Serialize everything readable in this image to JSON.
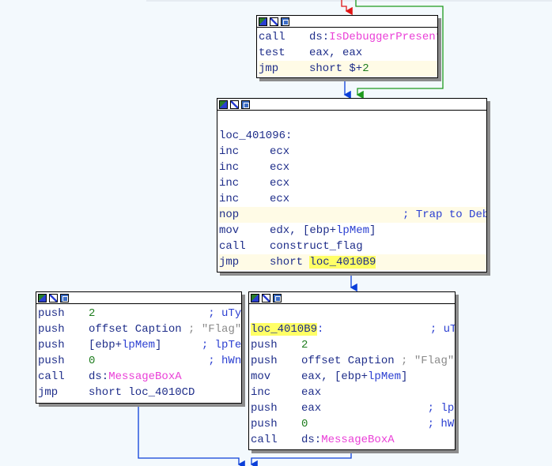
{
  "colors": {
    "background": "#f3f9fd",
    "edge_false": "#0b3fd9",
    "edge_true": "#1e9a1e",
    "edge_red": "#e01515",
    "api_name": "#ea3fd7",
    "number": "#1e7d1e",
    "label_highlight": "#ffff66"
  },
  "icons": [
    "color-icon",
    "edit-icon",
    "graph-icon"
  ],
  "blocks": [
    {
      "id": "block1",
      "lines": [
        {
          "mn": "call",
          "ops": [
            {
              "t": "ds:",
              "c": "ops"
            },
            {
              "t": "IsDebuggerPresent",
              "c": "api"
            }
          ]
        },
        {
          "mn": "test",
          "ops": [
            {
              "t": "eax, eax",
              "c": "ops"
            }
          ]
        },
        {
          "mn": "jmp",
          "hl": true,
          "ops": [
            {
              "t": "short $+",
              "c": "ops"
            },
            {
              "t": "2",
              "c": "num"
            }
          ]
        }
      ]
    },
    {
      "id": "block2",
      "lines": [
        {
          "blank": true
        },
        {
          "label": "loc_401096:"
        },
        {
          "mn": "inc",
          "ops": [
            {
              "t": "ecx",
              "c": "ops"
            }
          ]
        },
        {
          "mn": "inc",
          "ops": [
            {
              "t": "ecx",
              "c": "ops"
            }
          ]
        },
        {
          "mn": "inc",
          "ops": [
            {
              "t": "ecx",
              "c": "ops"
            }
          ]
        },
        {
          "mn": "inc",
          "ops": [
            {
              "t": "ecx",
              "c": "ops"
            }
          ]
        },
        {
          "mn": "nop",
          "hl": true,
          "ops": [
            {
              "t": "                    ; Trap to Debugger",
              "c": "cmt"
            }
          ]
        },
        {
          "mn": "mov",
          "ops": [
            {
              "t": "edx, [ebp+",
              "c": "ops"
            },
            {
              "t": "lpMem",
              "c": "sym"
            },
            {
              "t": "]",
              "c": "ops"
            }
          ]
        },
        {
          "mn": "call",
          "ops": [
            {
              "t": "construct_flag",
              "c": "ops"
            }
          ]
        },
        {
          "mn": "jmp",
          "hl": true,
          "ops": [
            {
              "t": "short ",
              "c": "ops"
            },
            {
              "t": "loc_4010B9",
              "c": "lblhl"
            }
          ]
        }
      ]
    },
    {
      "id": "block3",
      "lines": [
        {
          "mn": "push",
          "ops": [
            {
              "t": "2",
              "c": "num"
            },
            {
              "t": "                 ; uType",
              "c": "cmt"
            }
          ]
        },
        {
          "mn": "push",
          "ops": [
            {
              "t": "offset Caption ",
              "c": "ops"
            },
            {
              "t": "; \"Flag\"",
              "c": "str"
            }
          ]
        },
        {
          "mn": "push",
          "ops": [
            {
              "t": "[ebp+",
              "c": "ops"
            },
            {
              "t": "lpMem",
              "c": "sym"
            },
            {
              "t": "]",
              "c": "ops"
            },
            {
              "t": "      ; lpText",
              "c": "cmt"
            }
          ]
        },
        {
          "mn": "push",
          "ops": [
            {
              "t": "0",
              "c": "num"
            },
            {
              "t": "                 ; hWnd",
              "c": "cmt"
            }
          ]
        },
        {
          "mn": "call",
          "ops": [
            {
              "t": "ds:",
              "c": "ops"
            },
            {
              "t": "MessageBoxA",
              "c": "api"
            }
          ]
        },
        {
          "mn": "jmp",
          "ops": [
            {
              "t": "short loc_4010CD",
              "c": "ops"
            }
          ]
        }
      ]
    },
    {
      "id": "block4",
      "lines": [
        {
          "blank": true
        },
        {
          "labelhl": "loc_4010B9",
          "labeltail": ":                ; uType"
        },
        {
          "mn": "push",
          "ops": [
            {
              "t": "2",
              "c": "num"
            }
          ]
        },
        {
          "mn": "push",
          "ops": [
            {
              "t": "offset Caption ",
              "c": "ops"
            },
            {
              "t": "; \"Flag\"",
              "c": "str"
            }
          ]
        },
        {
          "mn": "mov",
          "ops": [
            {
              "t": "eax, [ebp+",
              "c": "ops"
            },
            {
              "t": "lpMem",
              "c": "sym"
            },
            {
              "t": "]",
              "c": "ops"
            }
          ]
        },
        {
          "mn": "inc",
          "ops": [
            {
              "t": "eax",
              "c": "ops"
            }
          ]
        },
        {
          "mn": "push",
          "ops": [
            {
              "t": "eax",
              "c": "ops"
            },
            {
              "t": "                ; lpText",
              "c": "cmt"
            }
          ]
        },
        {
          "mn": "push",
          "ops": [
            {
              "t": "0",
              "c": "num"
            },
            {
              "t": "                  ; hWnd",
              "c": "cmt"
            }
          ]
        },
        {
          "mn": "call",
          "ops": [
            {
              "t": "ds:",
              "c": "ops"
            },
            {
              "t": "MessageBoxA",
              "c": "api"
            }
          ]
        }
      ]
    }
  ]
}
